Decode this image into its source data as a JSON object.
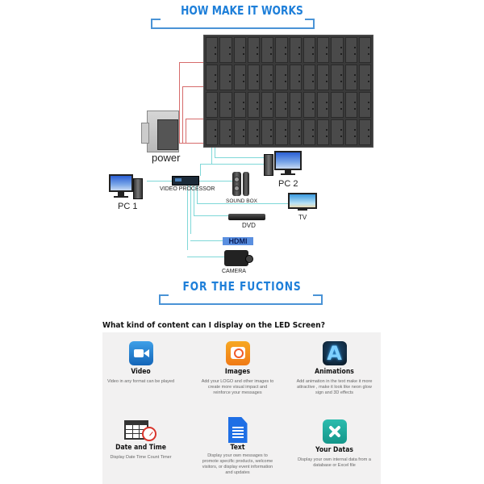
{
  "section1": {
    "heading": "HOW MAKE IT WORKS"
  },
  "diagram": {
    "led_wall": {
      "rows": 4,
      "columns": 12
    },
    "devices": {
      "power": "power",
      "pc1": "PC 1",
      "pc2": "PC 2",
      "video_processor": "VIDEO PROCESSOR",
      "sound_box": "SOUND BOX",
      "tv": "TV",
      "dvd": "DVD",
      "hdmi": "HDMI",
      "camera": "CAMERA"
    },
    "colors": {
      "power_wire": "#d66b6b",
      "signal_wire": "#7fd8d8",
      "heading": "#1e7fd9"
    }
  },
  "section2": {
    "heading": "FOR THE FUCTIONS",
    "question": "What kind of content can I display on the LED Screen?",
    "features": [
      {
        "icon": "video-camera-icon",
        "title": "Video",
        "description": "Video in any format can be played"
      },
      {
        "icon": "camera-icon",
        "title": "Images",
        "description": "Add your LOGO and other images to create more visual impact and reinforce your messages"
      },
      {
        "icon": "neon-a-icon",
        "title": "Animations",
        "description": "Add animation in the text make it more attractive , make it look like neon glow sign and 3D effects"
      },
      {
        "icon": "calendar-clock-icon",
        "title": "Date and Time",
        "description": "Display Date Time Count Timer"
      },
      {
        "icon": "document-icon",
        "title": "Text",
        "description": "Display your own messages to promote specific products, welcome visitors, or display event information and updates"
      },
      {
        "icon": "tools-icon",
        "title": "Your Datas",
        "description": "Display your own internal data from a database or Excel file"
      }
    ]
  }
}
